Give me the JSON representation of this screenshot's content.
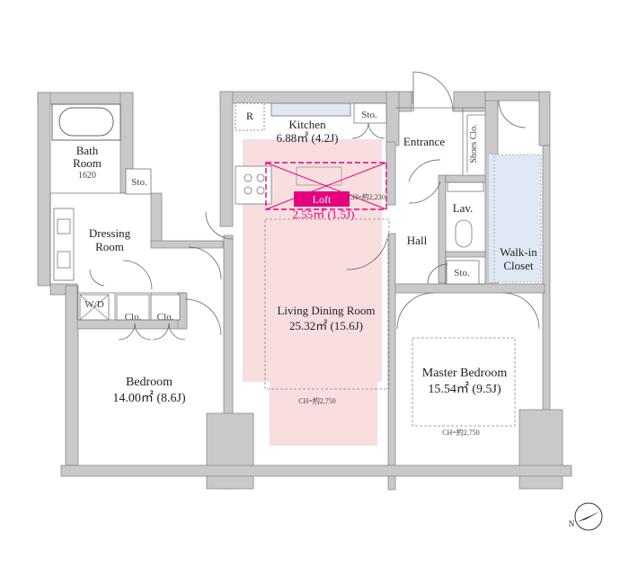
{
  "rooms": {
    "bath": {
      "name1": "Bath",
      "name2": "Room",
      "size": "1620"
    },
    "dressing": {
      "name1": "Dressing",
      "name2": "Room"
    },
    "kitchen": {
      "name": "Kitchen",
      "area": "6.88㎡ (4.2J)"
    },
    "loft": {
      "name": "Loft",
      "area": "2.55㎡ (1.5J)",
      "ch": "CH=約2,230"
    },
    "entrance": {
      "name": "Entrance"
    },
    "shoes": {
      "name": "Shoes Clo."
    },
    "lav": {
      "name": "Lav."
    },
    "hall": {
      "name": "Hall"
    },
    "walkin": {
      "name1": "Walk-in",
      "name2": "Closet"
    },
    "living": {
      "name": "Living Dining Room",
      "area": "25.32㎡ (15.6J)",
      "ch": "CH=約2,750"
    },
    "bedroom": {
      "name": "Bedroom",
      "area": "14.00㎡ (8.6J)"
    },
    "master": {
      "name": "Master Bedroom",
      "area": "15.54㎡ (9.5J)",
      "ch": "CH=約2,750"
    }
  },
  "fixtures": {
    "refrigerator": "R",
    "washer": "W/D",
    "storage": "Sto.",
    "closet": "Clo."
  },
  "compass": {
    "label": "N"
  },
  "colors": {
    "wall": "#c9c9c9",
    "wall_edge": "#8a8a8a",
    "ldk_tint": "#f8dede",
    "closet_tint": "#dfe8f4",
    "loft_accent": "#e6007e"
  }
}
